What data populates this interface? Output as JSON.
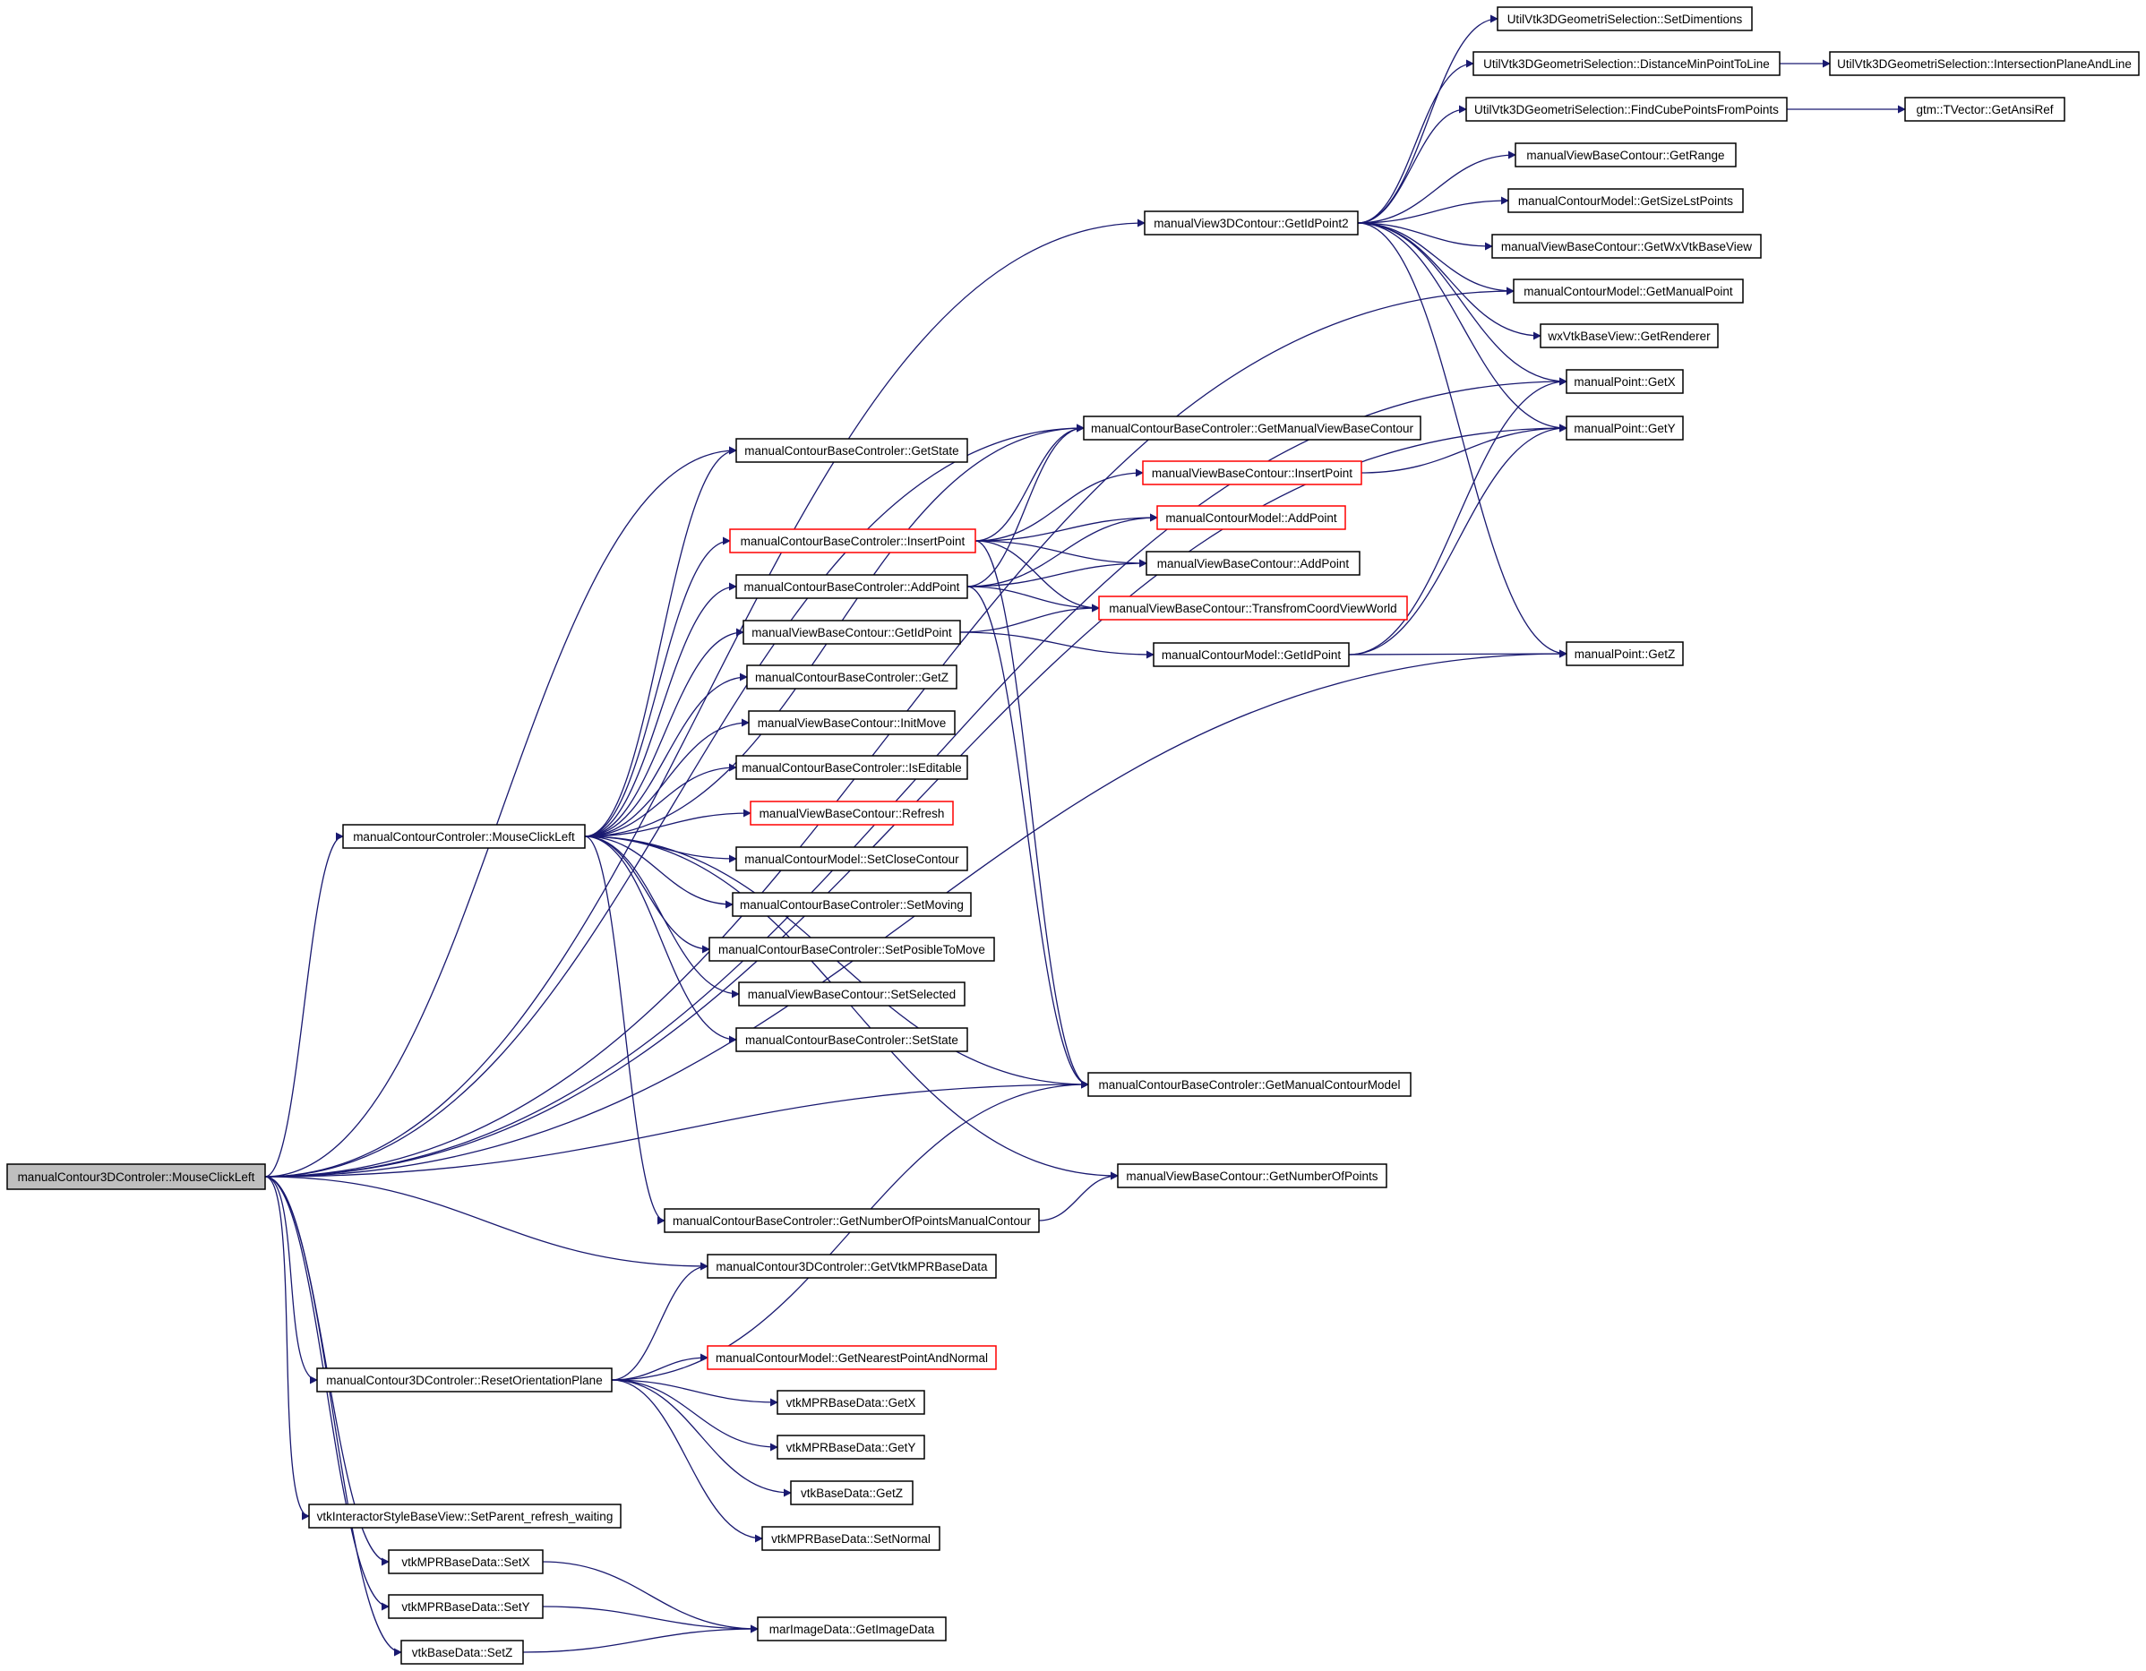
{
  "graph": {
    "root": "root",
    "nodes": [
      {
        "id": "root",
        "label": "manualContour3DControler::MouseClickLeft",
        "root": true
      },
      {
        "id": "setDim",
        "label": "UtilVtk3DGeometriSelection::SetDimentions"
      },
      {
        "id": "distMin",
        "label": "UtilVtk3DGeometriSelection::DistanceMinPointToLine"
      },
      {
        "id": "interPlane",
        "label": "UtilVtk3DGeometriSelection::IntersectionPlaneAndLine"
      },
      {
        "id": "findCube",
        "label": "UtilVtk3DGeometriSelection::FindCubePointsFromPoints"
      },
      {
        "id": "ansiRef",
        "label": "gtm::TVector::GetAnsiRef"
      },
      {
        "id": "getRange",
        "label": "manualViewBaseContour::GetRange"
      },
      {
        "id": "getIdPoint2",
        "label": "manualView3DContour::GetIdPoint2"
      },
      {
        "id": "sizeLst",
        "label": "manualContourModel::GetSizeLstPoints"
      },
      {
        "id": "wxVtkBase",
        "label": "manualViewBaseContour::GetWxVtkBaseView"
      },
      {
        "id": "getManualPoint",
        "label": "manualContourModel::GetManualPoint"
      },
      {
        "id": "renderer",
        "label": "wxVtkBaseView::GetRenderer"
      },
      {
        "id": "mpGetX",
        "label": "manualPoint::GetX"
      },
      {
        "id": "mpGetY",
        "label": "manualPoint::GetY"
      },
      {
        "id": "mpGetZ",
        "label": "manualPoint::GetZ"
      },
      {
        "id": "getManualVBC",
        "label": "manualContourBaseControler::GetManualViewBaseContour"
      },
      {
        "id": "getState",
        "label": "manualContourBaseControler::GetState"
      },
      {
        "id": "vbcInsert",
        "label": "manualViewBaseContour::InsertPoint",
        "truncated": true
      },
      {
        "id": "cmAdd",
        "label": "manualContourModel::AddPoint",
        "truncated": true
      },
      {
        "id": "cbcInsert",
        "label": "manualContourBaseControler::InsertPoint",
        "truncated": true
      },
      {
        "id": "vbcAdd",
        "label": "manualViewBaseContour::AddPoint"
      },
      {
        "id": "cbcAdd",
        "label": "manualContourBaseControler::AddPoint"
      },
      {
        "id": "transform",
        "label": "manualViewBaseContour::TransfromCoordViewWorld",
        "truncated": true
      },
      {
        "id": "vbcGetId",
        "label": "manualViewBaseContour::GetIdPoint"
      },
      {
        "id": "cmGetId",
        "label": "manualContourModel::GetIdPoint"
      },
      {
        "id": "cbcGetZ",
        "label": "manualContourBaseControler::GetZ"
      },
      {
        "id": "initMove",
        "label": "manualViewBaseContour::InitMove"
      },
      {
        "id": "isEditable",
        "label": "manualContourBaseControler::IsEditable"
      },
      {
        "id": "refresh",
        "label": "manualViewBaseContour::Refresh",
        "truncated": true
      },
      {
        "id": "ccMouse",
        "label": "manualContourControler::MouseClickLeft"
      },
      {
        "id": "setClose",
        "label": "manualContourModel::SetCloseContour"
      },
      {
        "id": "setMoving",
        "label": "manualContourBaseControler::SetMoving"
      },
      {
        "id": "setPosible",
        "label": "manualContourBaseControler::SetPosibleToMove"
      },
      {
        "id": "setSelected",
        "label": "manualViewBaseContour::SetSelected"
      },
      {
        "id": "setState",
        "label": "manualContourBaseControler::SetState"
      },
      {
        "id": "getMCM",
        "label": "manualContourBaseControler::GetManualContourModel"
      },
      {
        "id": "numPoints",
        "label": "manualViewBaseContour::GetNumberOfPoints"
      },
      {
        "id": "numPointsMC",
        "label": "manualContourBaseControler::GetNumberOfPointsManualContour"
      },
      {
        "id": "getVtkMPR",
        "label": "manualContour3DControler::GetVtkMPRBaseData"
      },
      {
        "id": "nearest",
        "label": "manualContourModel::GetNearestPointAndNormal",
        "truncated": true
      },
      {
        "id": "resetOri",
        "label": "manualContour3DControler::ResetOrientationPlane"
      },
      {
        "id": "mprGetX",
        "label": "vtkMPRBaseData::GetX"
      },
      {
        "id": "mprGetY",
        "label": "vtkMPRBaseData::GetY"
      },
      {
        "id": "bdGetZ",
        "label": "vtkBaseData::GetZ"
      },
      {
        "id": "setNormal",
        "label": "vtkMPRBaseData::SetNormal"
      },
      {
        "id": "setParent",
        "label": "vtkInteractorStyleBaseView::SetParent_refresh_waiting"
      },
      {
        "id": "mprSetX",
        "label": "vtkMPRBaseData::SetX"
      },
      {
        "id": "mprSetY",
        "label": "vtkMPRBaseData::SetY"
      },
      {
        "id": "bdSetZ",
        "label": "vtkBaseData::SetZ"
      },
      {
        "id": "imageData",
        "label": "marImageData::GetImageData"
      }
    ],
    "edges": [
      [
        "root",
        "getIdPoint2"
      ],
      [
        "root",
        "getManualPoint"
      ],
      [
        "root",
        "mpGetX"
      ],
      [
        "root",
        "mpGetY"
      ],
      [
        "root",
        "getManualVBC"
      ],
      [
        "root",
        "getState"
      ],
      [
        "root",
        "ccMouse"
      ],
      [
        "root",
        "getMCM"
      ],
      [
        "root",
        "getVtkMPR"
      ],
      [
        "root",
        "resetOri"
      ],
      [
        "root",
        "setParent"
      ],
      [
        "root",
        "mprSetX"
      ],
      [
        "root",
        "mprSetY"
      ],
      [
        "root",
        "bdSetZ"
      ],
      [
        "root",
        "mpGetZ"
      ],
      [
        "getIdPoint2",
        "setDim"
      ],
      [
        "getIdPoint2",
        "distMin"
      ],
      [
        "getIdPoint2",
        "findCube"
      ],
      [
        "getIdPoint2",
        "getRange"
      ],
      [
        "getIdPoint2",
        "sizeLst"
      ],
      [
        "getIdPoint2",
        "wxVtkBase"
      ],
      [
        "getIdPoint2",
        "getManualPoint"
      ],
      [
        "getIdPoint2",
        "renderer"
      ],
      [
        "getIdPoint2",
        "mpGetX"
      ],
      [
        "getIdPoint2",
        "mpGetY"
      ],
      [
        "getIdPoint2",
        "mpGetZ"
      ],
      [
        "distMin",
        "interPlane"
      ],
      [
        "findCube",
        "ansiRef"
      ],
      [
        "ccMouse",
        "getState"
      ],
      [
        "ccMouse",
        "cbcInsert"
      ],
      [
        "ccMouse",
        "cbcAdd"
      ],
      [
        "ccMouse",
        "vbcGetId"
      ],
      [
        "ccMouse",
        "cbcGetZ"
      ],
      [
        "ccMouse",
        "initMove"
      ],
      [
        "ccMouse",
        "isEditable"
      ],
      [
        "ccMouse",
        "refresh"
      ],
      [
        "ccMouse",
        "setClose"
      ],
      [
        "ccMouse",
        "setMoving"
      ],
      [
        "ccMouse",
        "setPosible"
      ],
      [
        "ccMouse",
        "setSelected"
      ],
      [
        "ccMouse",
        "setState"
      ],
      [
        "ccMouse",
        "getMCM"
      ],
      [
        "ccMouse",
        "getManualVBC"
      ],
      [
        "ccMouse",
        "numPoints"
      ],
      [
        "ccMouse",
        "numPointsMC"
      ],
      [
        "cbcInsert",
        "getManualVBC"
      ],
      [
        "cbcInsert",
        "vbcInsert"
      ],
      [
        "cbcInsert",
        "cmAdd"
      ],
      [
        "cbcInsert",
        "vbcAdd"
      ],
      [
        "cbcInsert",
        "transform"
      ],
      [
        "cbcInsert",
        "getMCM"
      ],
      [
        "cbcAdd",
        "getManualVBC"
      ],
      [
        "cbcAdd",
        "cmAdd"
      ],
      [
        "cbcAdd",
        "vbcAdd"
      ],
      [
        "cbcAdd",
        "transform"
      ],
      [
        "cbcAdd",
        "getMCM"
      ],
      [
        "vbcGetId",
        "transform"
      ],
      [
        "vbcGetId",
        "cmGetId"
      ],
      [
        "cmGetId",
        "mpGetX"
      ],
      [
        "cmGetId",
        "mpGetY"
      ],
      [
        "cmGetId",
        "mpGetZ"
      ],
      [
        "vbcInsert",
        "mpGetY"
      ],
      [
        "numPointsMC",
        "numPoints"
      ],
      [
        "resetOri",
        "getVtkMPR"
      ],
      [
        "resetOri",
        "getMCM"
      ],
      [
        "resetOri",
        "nearest"
      ],
      [
        "resetOri",
        "mprGetX"
      ],
      [
        "resetOri",
        "mprGetY"
      ],
      [
        "resetOri",
        "bdGetZ"
      ],
      [
        "resetOri",
        "setNormal"
      ],
      [
        "mprSetX",
        "imageData"
      ],
      [
        "mprSetY",
        "imageData"
      ],
      [
        "bdSetZ",
        "imageData"
      ]
    ]
  }
}
